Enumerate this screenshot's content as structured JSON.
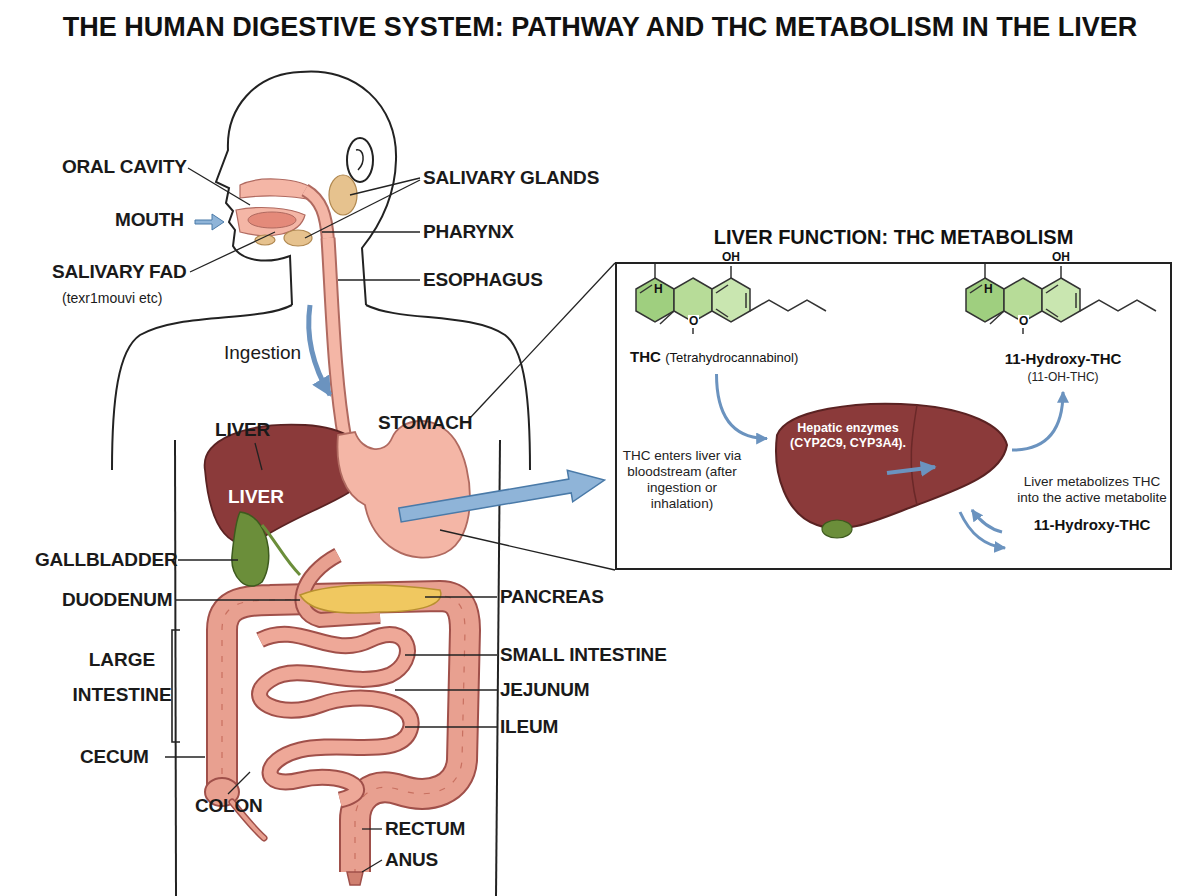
{
  "diagram": {
    "title": "THE HUMAN DIGESTIVE SYSTEM: PATHWAY AND THC METABOLISM IN THE LIVER",
    "nodes": [
      {
        "text": [
          "LIVER FUNCTION: THC METABOLISM"
        ]
      },
      {
        "text": [
          "THC",
          "(Tetrahydrocannabinol)"
        ],
        "in": 0
      },
      {
        "text": [
          "Hepatic enzymes (CYP2C9, CYP3A4)."
        ],
        "in": 0
      },
      {
        "text": [
          "11-Hydroxy-THC",
          "(11-OH-THC)"
        ],
        "in": 0
      }
    ],
    "edges": [
      {
        "from": 1,
        "to": 2,
        "arrow": "to"
      },
      {
        "from": 2,
        "to": 3,
        "arrow": "to"
      }
    ],
    "labels": [
      "ORAL CAVITY",
      "MOUTH",
      "SALIVARY FAD",
      "(texr1mouvi etc)",
      "SALIVARY GLANDS",
      "PHARYNX",
      "ESOPHAGUS",
      "Ingestion",
      "LIVER",
      "LIVER",
      "STOMACH",
      "GALLBLADDER",
      "DUODENUM",
      "PANCREAS",
      "LARGE INTESTINE",
      "SMALL INTESTINE",
      "JEJUNUM",
      "ILEUM",
      "CECUM",
      "COLON",
      "RECTUM",
      "ANUS",
      "THC enters liver via bloodstream (after ingestion or inhalation)",
      "Liver metabolizes THC into the active metabolite",
      "11-Hydroxy-THC",
      "OH",
      "H",
      "O",
      "OH",
      "H",
      "O"
    ]
  }
}
